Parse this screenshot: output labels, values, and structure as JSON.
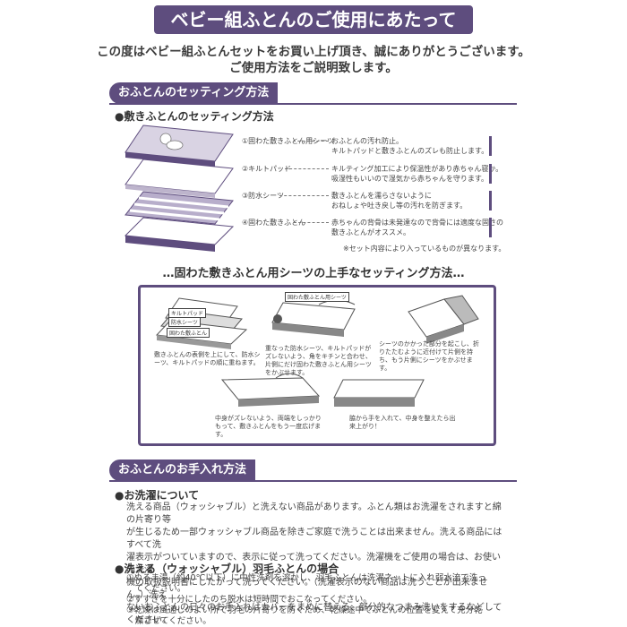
{
  "banner_title": "ベビー組ふとんのご使用にあたって",
  "intro_line1": "この度はベビー組ふとんセットをお買い上げ頂き、誠にありがとうございます。",
  "intro_line2": "ご使用方法をご説明致します。",
  "section1": {
    "title": "おふとんのセッティング方法",
    "subtitle": "●敷きふとんのセッティング方法",
    "items": [
      {
        "label": "①固わた敷きふとん用シーツ",
        "desc1": "おふとんの汚れ防止。",
        "desc2": "キルトパッドと敷きふとんのズレも防止します。"
      },
      {
        "label": "②キルトパッド",
        "desc1": "キルティング加工により保温性があり赤ちゃん寝か。",
        "desc2": "吸湿性もいいので湿気から赤ちゃんを守ります。"
      },
      {
        "label": "③防水シーツ",
        "desc1": "敷きふとんを濡らさないように",
        "desc2": "おねしょや吐き戻し等の汚れを防ぎます。"
      },
      {
        "label": "④固わた敷きふとん",
        "desc1": "赤ちゃんの背骨は未発達なので背骨には適度な固さの",
        "desc2": "敷きふとんがオススメ。"
      }
    ],
    "note": "※セット内容により入っているものが異なります。"
  },
  "sheet_title": "…固わた敷きふとん用シーツの上手なセッティング方法…",
  "steps": {
    "label_quilt": "キルトパッド",
    "label_waterproof": "防水シーツ",
    "label_futon": "固わた敷ふとん",
    "label_sheet": "固わた敷ふとん用シーツ",
    "step1": "敷きふとんの表側を上にして、防水シーツ、キルトパッドの順に重ねます。",
    "step2": "重なった防水シーツ、キルトパッドがズレないよう、角をキチンと合わせ、片側にだけ固わた敷きふとん用シーツをかぶせます。",
    "step3": "シーツのかかった部分を起こし、折りたたむように近付けて片側を持ち、もう片側にシーツをかぶせます。",
    "step4": "中身がズレないよう、両端をしっかりもって、敷きふとんをもう一度広げます。",
    "step5": "脇から手を入れて、中身を整えたら出来上がり！"
  },
  "section2": {
    "title": "おふとんのお手入れ方法",
    "wash_head": "●お洗濯について",
    "wash_text": [
      "洗える商品（ウォッシャブル）と洗えない商品があります。ふとん類はお洗濯をされますと綿の片寄り等",
      "が生じるため一部ウォッシャブル商品を除きご家庭で洗うことは出来ません。洗える商品にはすべて洗",
      "濯表示がついていますので、表示に従って洗ってください。洗濯機をご使用の場合は、お使いの洗濯",
      "機の取扱説明書にしたがって洗ってください。（洗濯表示のない商品は洗うことが出来ません。）洗え",
      "ないおふとんの日々のお手入れはカバーをまめに替える、部分的なつまみ洗いをするなどしてください。"
    ],
    "down_head": "●洗える（ウォッシャブル）羽毛ふとんの場合",
    "down_items": [
      "①ぬるま湯（約40℃以下）に中性洗剤を溶かし、羽毛ふとんは洗濯ネットに入れ弱水流で洗っ",
      "　てください。",
      "②すすぎを十分にしたのち脱水は短時間でおこなってください。",
      "③乾燥は風通しのよい所で羽毛の片寄りを防ぐため、乾燥途中でふとんの位置を変えて充分乾",
      "　燥させてください。"
    ]
  },
  "colors": {
    "accent": "#5e4d7e",
    "stripe": "#7a6a94"
  }
}
